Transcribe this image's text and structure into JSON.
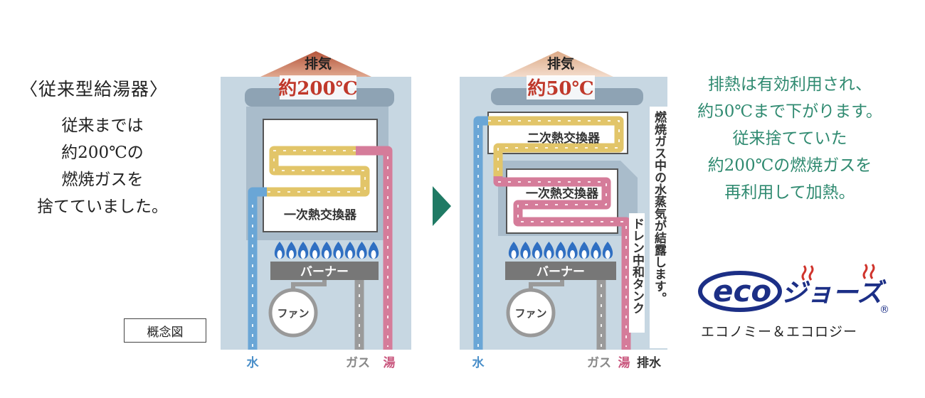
{
  "legacy": {
    "heading": "〈従来型給湯器〉",
    "description_lines": [
      "従来までは",
      "約200℃の",
      "燃焼ガスを",
      "捨てていました。"
    ]
  },
  "concept_label": "概念図",
  "left_unit": {
    "exhaust_title": "排気",
    "exhaust_temp": "約200℃",
    "heat_exchanger": "一次熱交換器",
    "burner": "バーナー",
    "fan": "ファン",
    "label_water": "水",
    "label_gas": "ガス",
    "label_hot": "湯"
  },
  "right_unit": {
    "exhaust_title": "排気",
    "exhaust_temp": "約50℃",
    "secondary_exchanger": "二次熱交換器",
    "primary_exchanger": "一次熱交換器",
    "condensation_note": "燃焼ガス中の水蒸気が結露します。",
    "drain_tank": "ドレン中和タンク",
    "burner": "バーナー",
    "fan": "ファン",
    "label_water": "水",
    "label_gas": "ガス",
    "label_hot": "湯",
    "label_drain": "排水"
  },
  "ecojozu": {
    "description_lines": [
      "排熱は有効利用され、",
      "約50℃まで下がります。",
      "従来捨てていた",
      "約200℃の燃焼ガスを",
      "再利用して加熱。"
    ],
    "logo_text": "eco",
    "logo_kana": "ジョーズ",
    "registered": "®",
    "tagline": "エコノミー＆エコロジー"
  },
  "colors": {
    "housing": "#c7d7e2",
    "housing_dark": "#a9bccb",
    "water_blue": "#6aa6d6",
    "gas_gray": "#9a9a9a",
    "hot_pink": "#d57c9a",
    "exchange_yellow": "#e2c569",
    "exhaust_hot": "#c26a4e",
    "exhaust_cool": "#e8c2a6",
    "accent_green": "#1f7a64",
    "logo_blue": "#1c2f86",
    "logo_red": "#d0342c"
  }
}
